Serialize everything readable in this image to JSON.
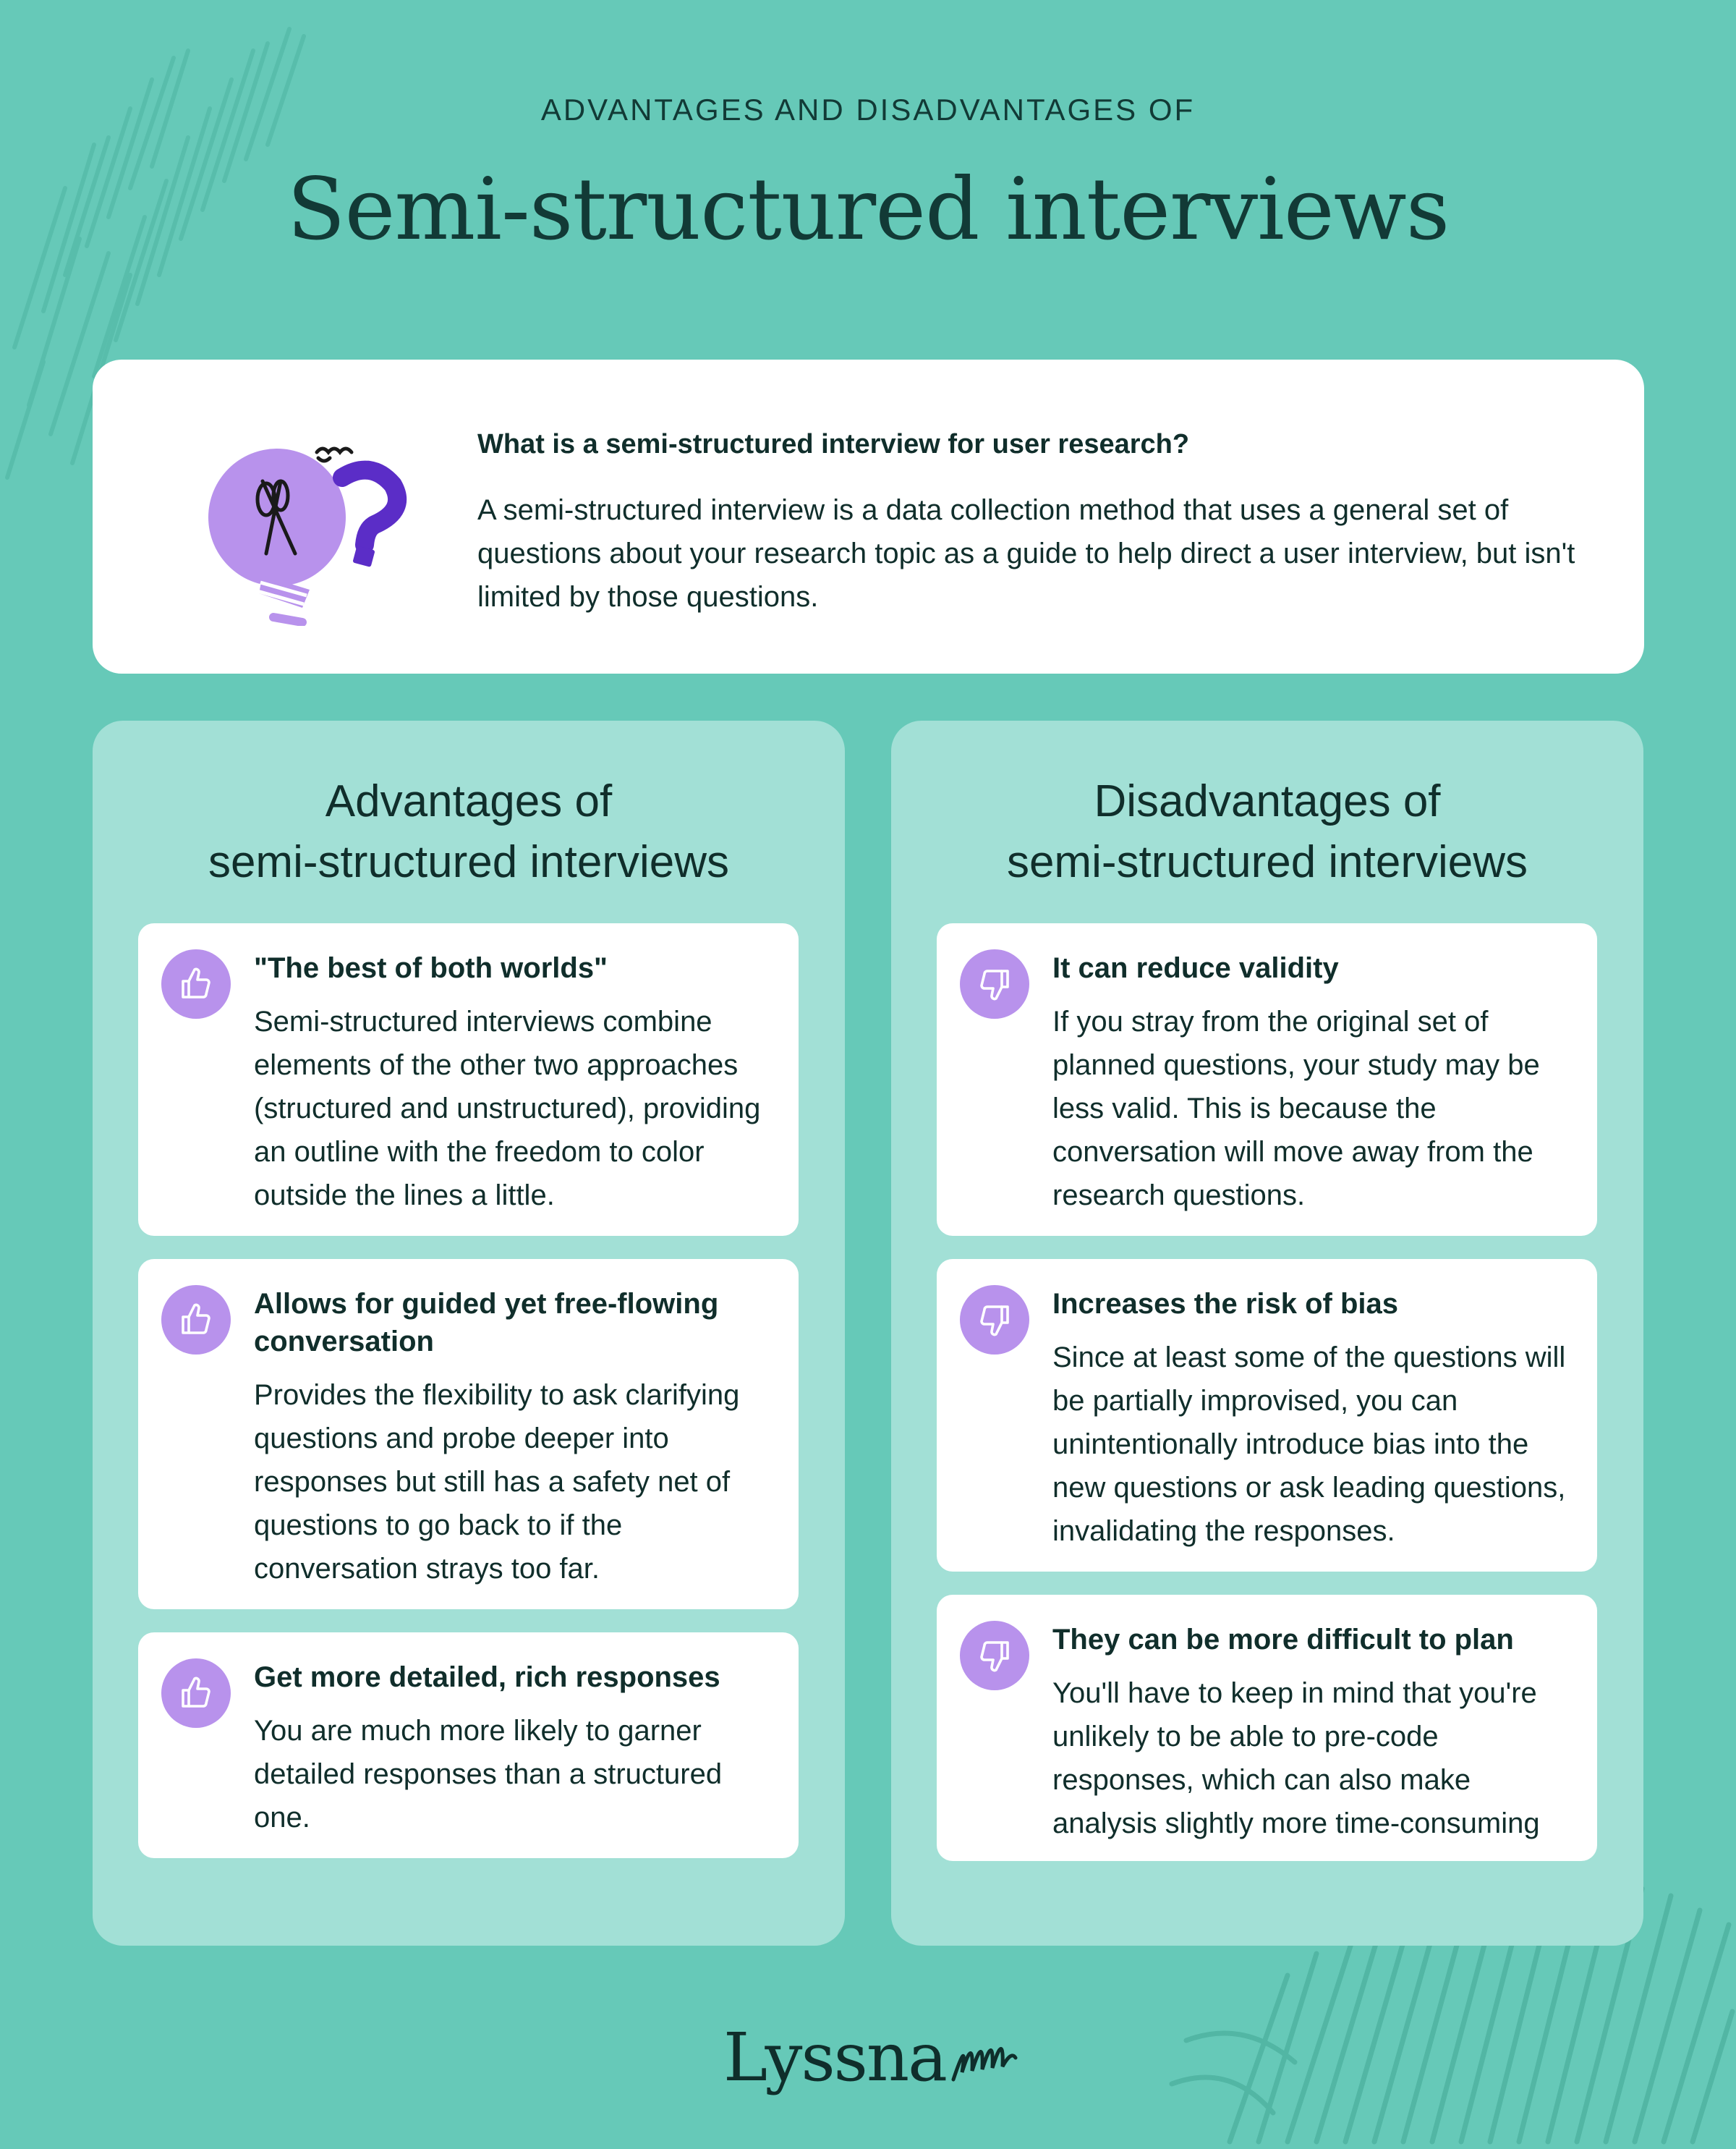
{
  "header": {
    "eyebrow": "ADVANTAGES AND DISADVANTAGES OF",
    "title": "Semi-structured interviews"
  },
  "intro": {
    "question": "What is a semi-structured interview for user research?",
    "answer": "A semi-structured interview is a data collection method that uses a general set of questions about your research topic as a guide to help direct a user interview, but isn't limited by those questions.",
    "illustration": "lightbulb-question-icon"
  },
  "advantages": {
    "title_line1": "Advantages of",
    "title_line2": "semi-structured interviews",
    "icon": "thumbs-up-icon",
    "items": [
      {
        "title": "\"The best of both worlds\"",
        "body": "Semi-structured interviews combine elements of the other two approaches (structured and unstructured), providing an outline with the freedom to color outside the lines a little."
      },
      {
        "title": "Allows for guided yet free-flowing conversation",
        "body": "Provides the flexibility to ask clarifying questions and probe deeper into responses but still has a safety net of questions to go back to if the conversation strays too far."
      },
      {
        "title": "Get more detailed, rich responses",
        "body": "You are much more likely to garner detailed responses than a structured one."
      }
    ]
  },
  "disadvantages": {
    "title_line1": "Disadvantages of",
    "title_line2": "semi-structured interviews",
    "icon": "thumbs-down-icon",
    "items": [
      {
        "title": "It can reduce validity",
        "body": "If you stray from the original set of planned questions, your study may be less valid. This is because the conversation will move away from the research questions."
      },
      {
        "title": "Increases the risk of bias",
        "body": "Since at least some of the questions will be partially improvised, you can unintentionally introduce bias into the new questions or ask leading questions, invalidating the responses."
      },
      {
        "title": "They can be more difficult to plan",
        "body": "You'll have to keep in mind that you're unlikely to be able to pre-code responses, which can also make analysis slightly more time-consuming"
      }
    ]
  },
  "footer": {
    "logo": "Lyssna"
  },
  "colors": {
    "background": "#66c9b8",
    "panel": "#a2e0d6",
    "card": "#ffffff",
    "icon_circle": "#b892ec",
    "text": "#102e2b"
  }
}
